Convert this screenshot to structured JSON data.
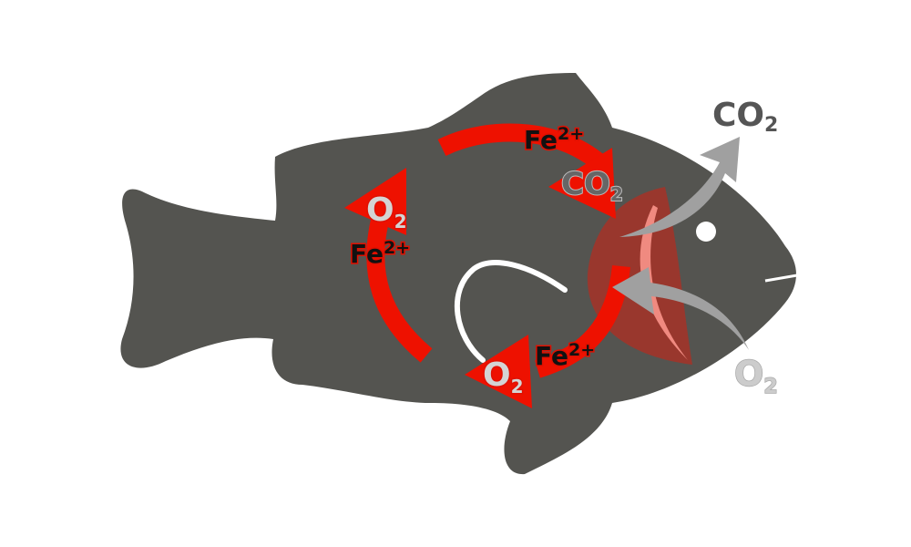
{
  "colors": {
    "fish": "#545450",
    "blood": "#ee1100",
    "gill": "#a0352a",
    "gill_line": "#f08a80",
    "water_arrow": "#a0a0a0"
  },
  "labels": {
    "fe_top": {
      "base": "Fe",
      "sup": "2+"
    },
    "co2_gill": {
      "base": "CO",
      "sub": "2"
    },
    "o2_left": {
      "base": "O",
      "sub": "2"
    },
    "fe_left": {
      "base": "Fe",
      "sup": "2+"
    },
    "fe_bottom": {
      "base": "Fe",
      "sup": "2+"
    },
    "o2_bottom": {
      "base": "O",
      "sub": "2"
    },
    "co2_out": {
      "base": "CO",
      "sub": "2"
    },
    "o2_in": {
      "base": "O",
      "sub": "2"
    }
  }
}
